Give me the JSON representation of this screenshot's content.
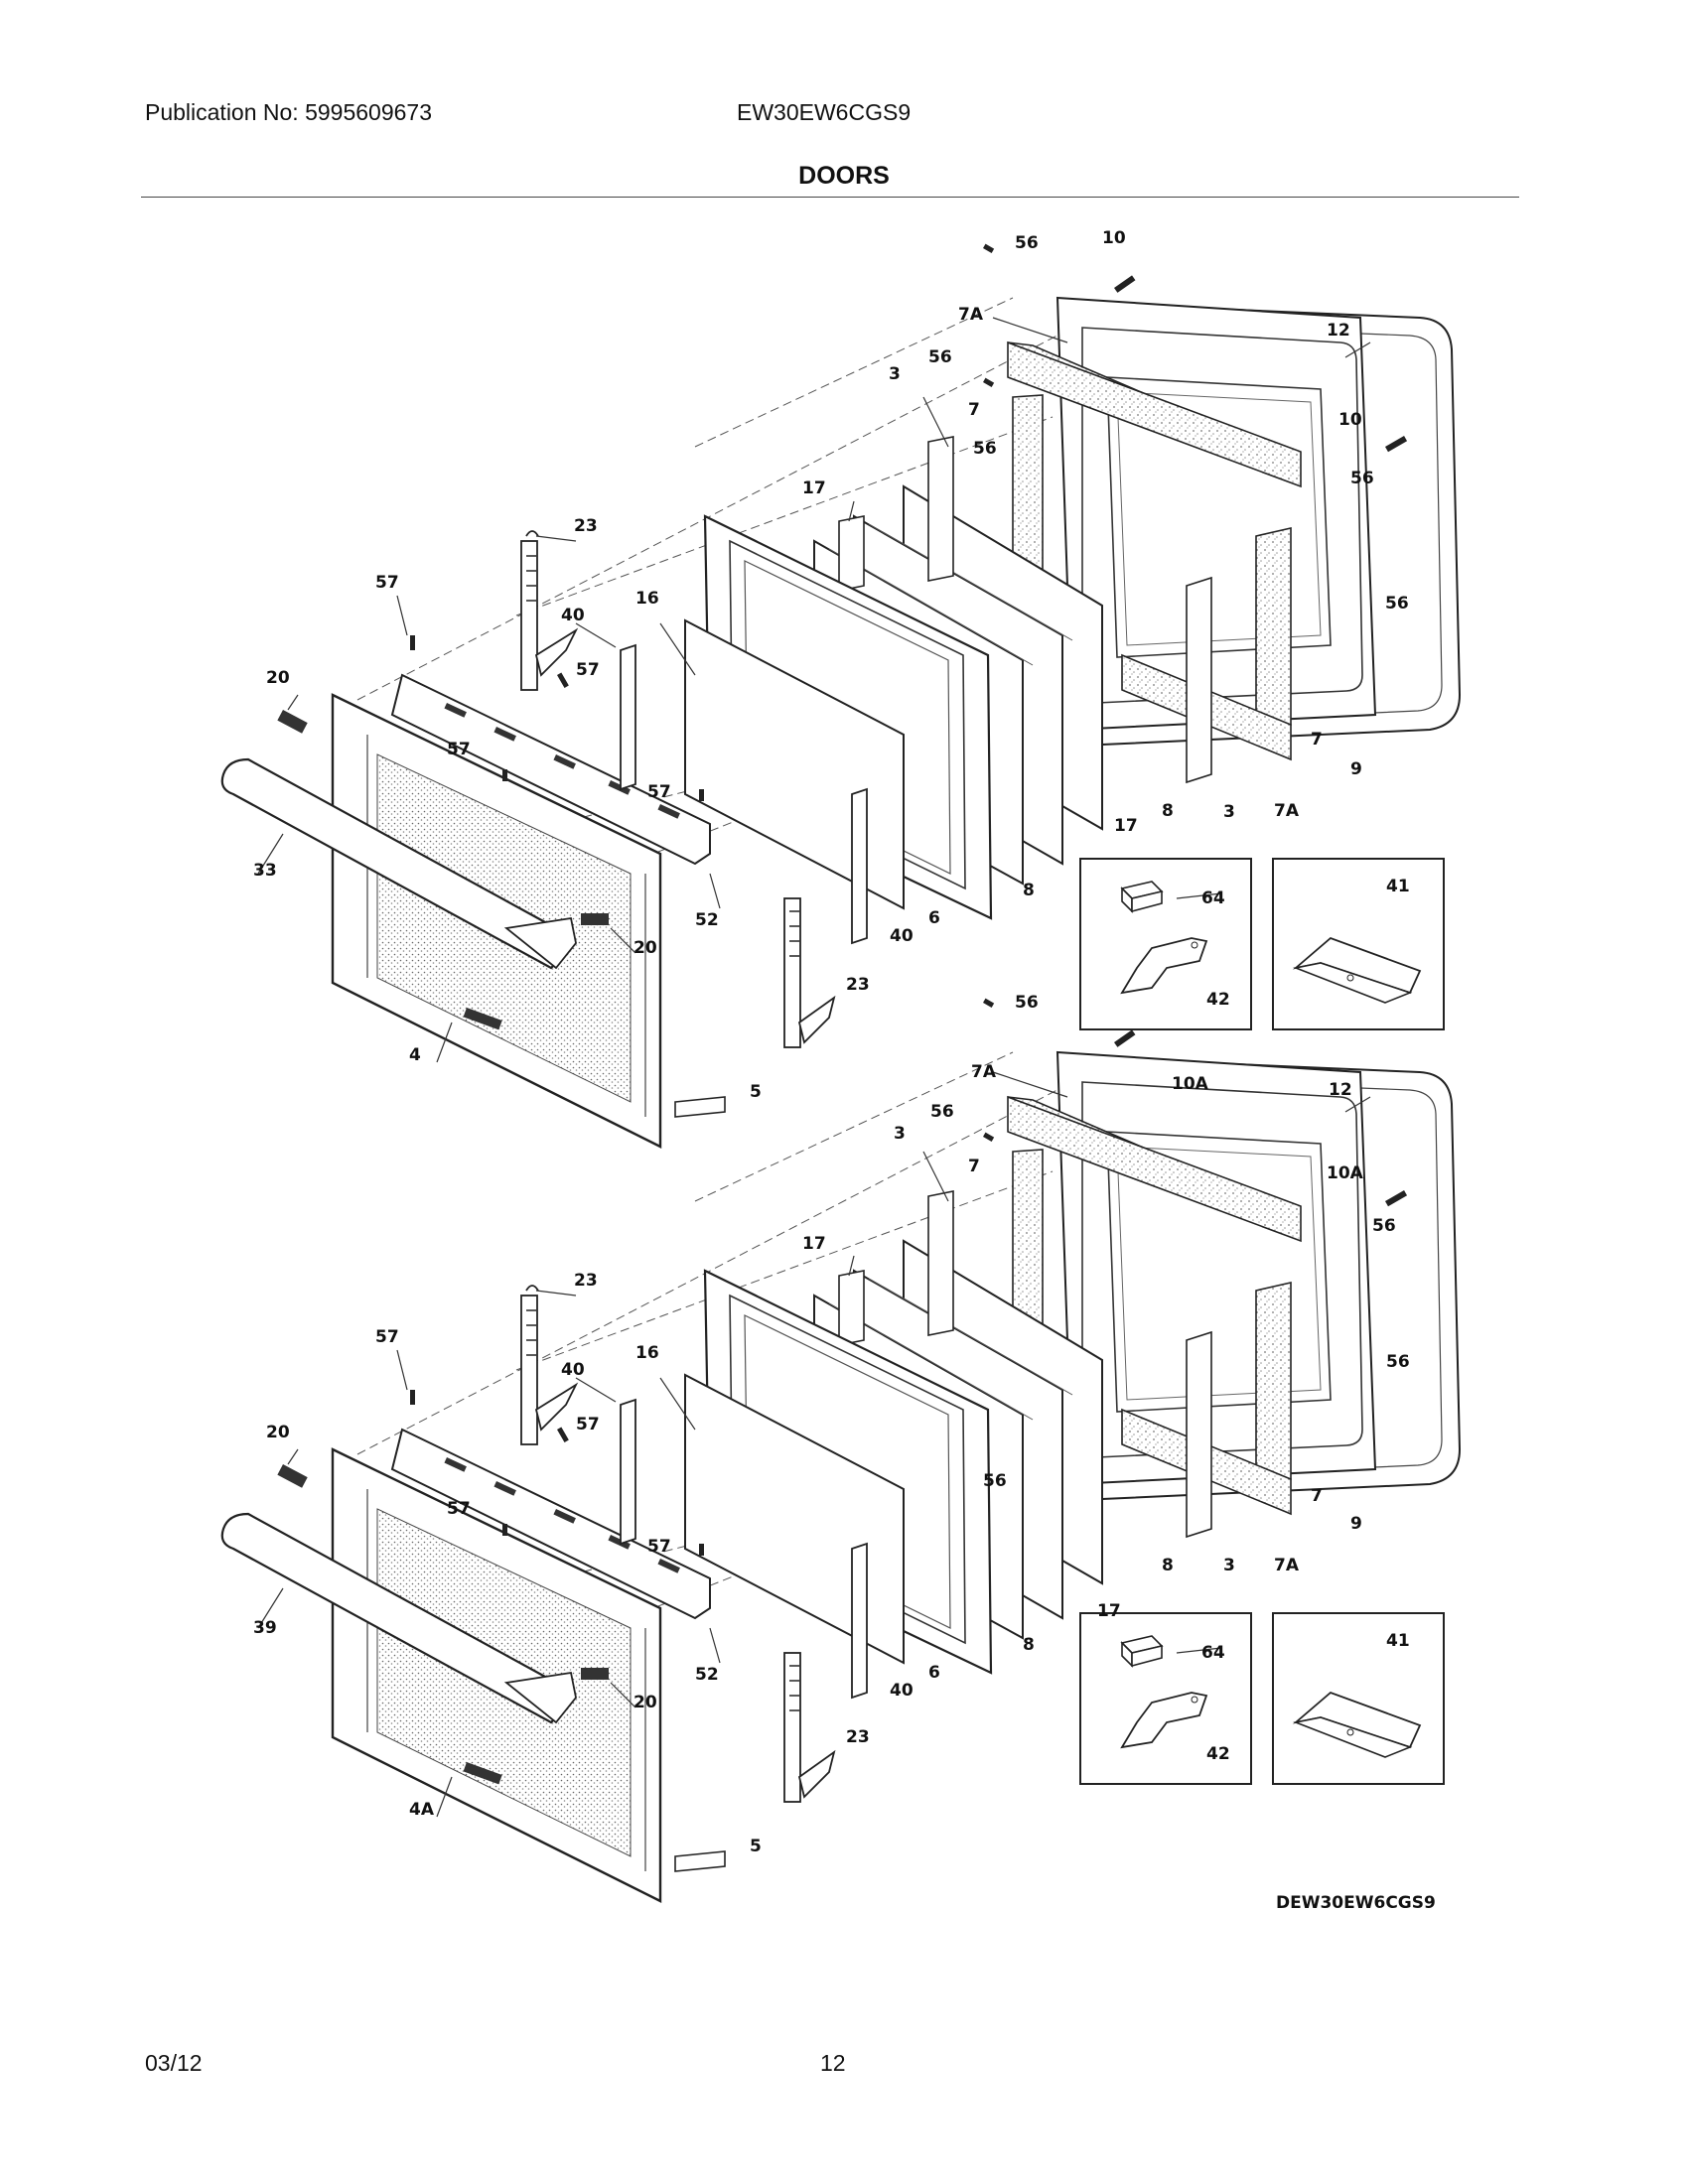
{
  "header": {
    "publication": "Publication No: 5995609673",
    "model": "EW30EW6CGS9",
    "title": "DOORS"
  },
  "footer": {
    "date": "03/12",
    "page": "12"
  },
  "diagram": {
    "code": "DEW30EW6CGS9",
    "upper_door_callouts": [
      "56",
      "10",
      "7A",
      "12",
      "56",
      "7",
      "3",
      "56",
      "10",
      "56",
      "17",
      "23",
      "57",
      "16",
      "40",
      "57",
      "20",
      "57",
      "57",
      "56",
      "7",
      "9",
      "7A",
      "3",
      "17",
      "8",
      "8",
      "33",
      "52",
      "6",
      "40",
      "23",
      "20",
      "4",
      "5",
      "64",
      "42",
      "41"
    ],
    "lower_door_callouts": [
      "56",
      "7A",
      "10A",
      "12",
      "56",
      "7",
      "3",
      "10A",
      "56",
      "56",
      "17",
      "23",
      "57",
      "16",
      "40",
      "57",
      "20",
      "57",
      "57",
      "56",
      "7",
      "9",
      "7A",
      "3",
      "17",
      "8",
      "8",
      "39",
      "52",
      "6",
      "40",
      "23",
      "20",
      "4A",
      "5",
      "64",
      "42",
      "41"
    ]
  }
}
